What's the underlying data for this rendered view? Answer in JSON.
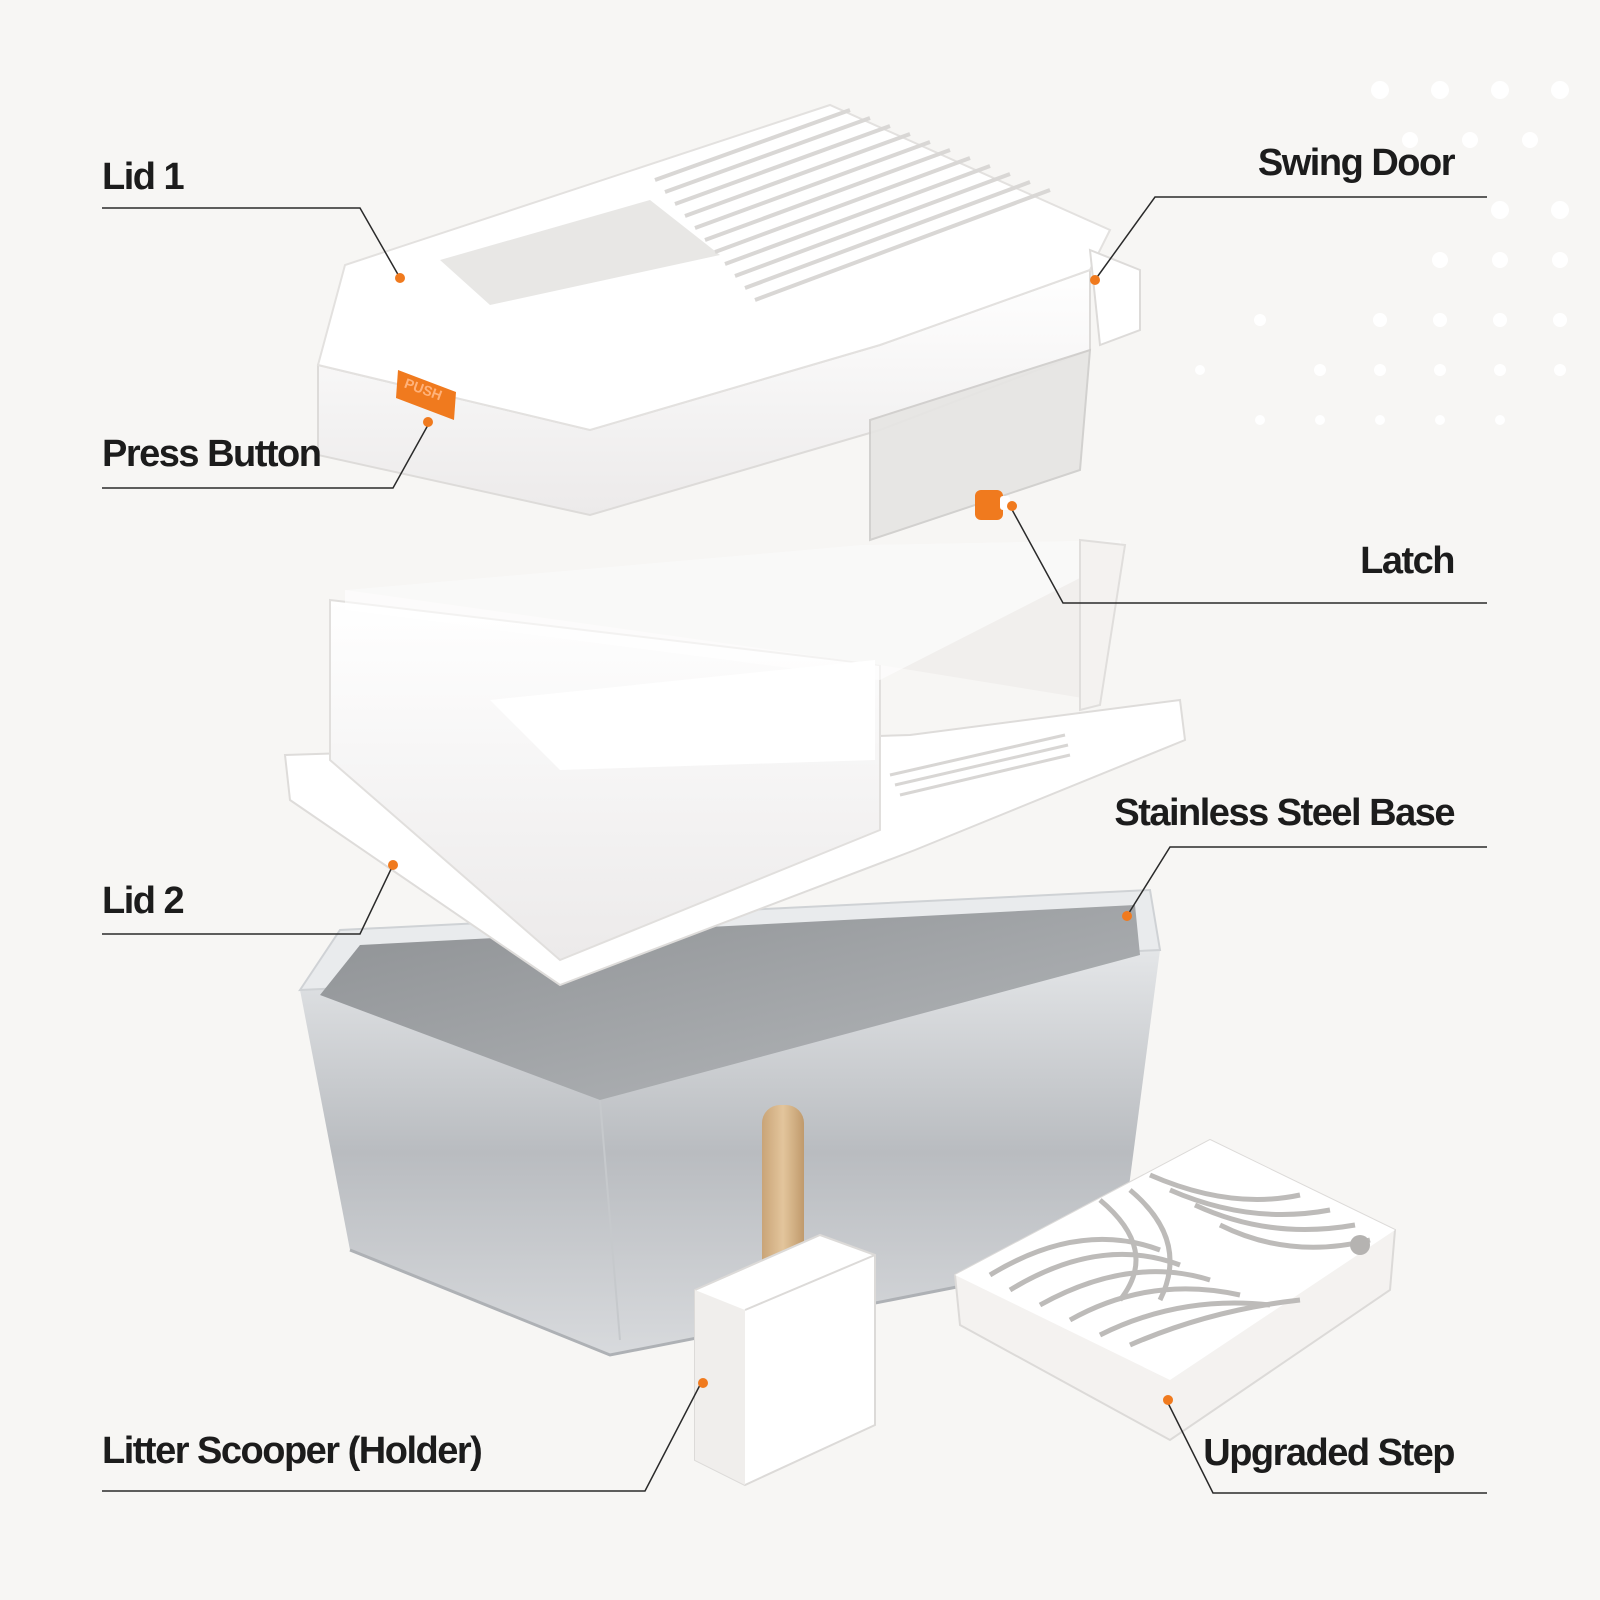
{
  "colors": {
    "background": "#f7f6f4",
    "accent": "#f07a1e",
    "plastic": "#ffffff",
    "steel": "#c9ccd0",
    "wood": "#d6b48a",
    "text": "#1c1c1c"
  },
  "labels": {
    "lid1": "Lid 1",
    "press_button": "Press Button",
    "lid2": "Lid 2",
    "litter_scooper": "Litter Scooper (Holder)",
    "swing_door": "Swing Door",
    "latch": "Latch",
    "stainless_base": "Stainless Steel Base",
    "upgraded_step": "Upgraded Step"
  },
  "product": {
    "button_text": "PUSH"
  }
}
